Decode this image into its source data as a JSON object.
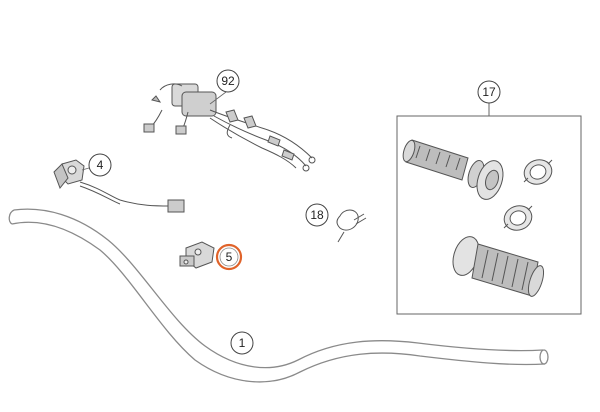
{
  "callouts": {
    "wiring_harness": "92",
    "throttle_grip_kit": "17",
    "kill_switch": "4",
    "cable_tie": "18",
    "starter_switch": "5",
    "handlebar": "1"
  },
  "colors": {
    "line": "#555555",
    "light_line": "#9a9a9a",
    "highlight": "#e0632a",
    "part_fill": "#d9d9d9",
    "grip_fill": "#bdbdbd"
  }
}
